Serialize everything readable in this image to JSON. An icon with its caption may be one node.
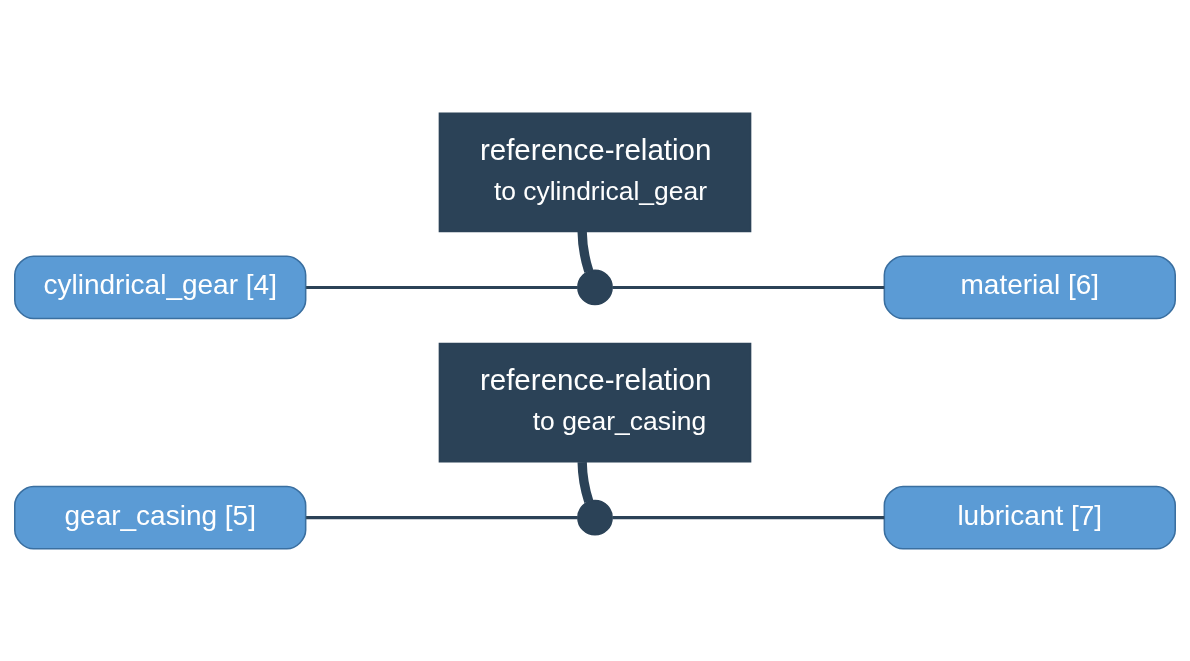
{
  "diagram": {
    "nodes": [
      {
        "text": [
          "reference-relation",
          "to cylindrical_gear"
        ]
      },
      {
        "text": [
          "cylindrical_gear [4]"
        ]
      },
      {
        "text": [],
        "shape": "circle"
      },
      {
        "text": [
          "material [6]"
        ]
      },
      {
        "text": [
          "gear_casing [5]"
        ]
      },
      {
        "text": [],
        "shape": "circle"
      },
      {
        "text": [
          "lubricant [7]"
        ]
      },
      {
        "text": [
          "reference-relation",
          "to gear_casing"
        ]
      }
    ],
    "edges": [
      {
        "from": 1,
        "to": 2,
        "arrow": "none"
      },
      {
        "from": 2,
        "to": 3,
        "arrow": "none"
      },
      {
        "from": 0,
        "to": 2,
        "arrow": "none",
        "style": "thick"
      },
      {
        "from": 4,
        "to": 5,
        "arrow": "none"
      },
      {
        "from": 5,
        "to": 6,
        "arrow": "none"
      },
      {
        "from": 7,
        "to": 5,
        "arrow": "none",
        "style": "thick"
      }
    ]
  }
}
